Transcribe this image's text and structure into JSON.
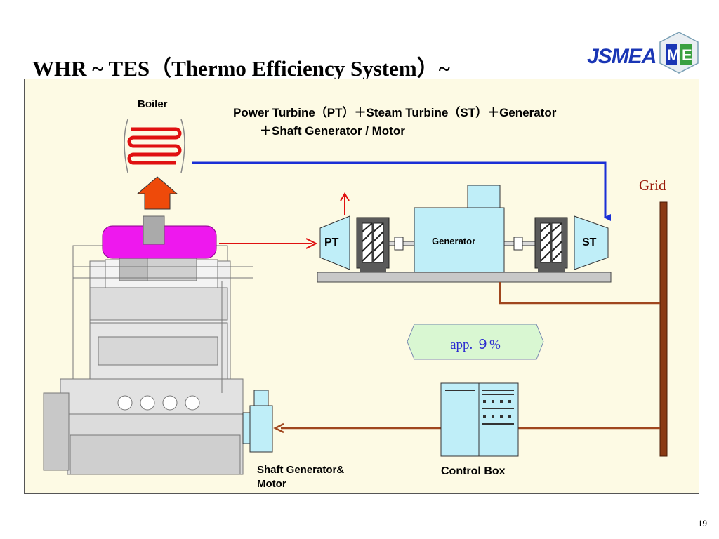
{
  "title": "WHR   ~ TES（Thermo Efficiency System）~",
  "logo_text": "JSMEA",
  "labels": {
    "boiler": "Boiler",
    "system_line1": "Power Turbine（PT）＋Steam Turbine（ST）＋Generator",
    "system_line2": "＋Shaft Generator / Motor",
    "grid": "Grid",
    "generator": "Generator",
    "pt": "PT",
    "st": "ST",
    "efficiency": "app. ９%",
    "shaft_line1": "Shaft Generator&",
    "shaft_line2": "Motor",
    "control_box": "Control Box"
  },
  "page_number": "19",
  "colors": {
    "steam_line": "#1a2fd6",
    "exhaust_line": "#e01010",
    "power_line": "#a0461e",
    "equipment": "#bfeef8",
    "manifold": "#ee18ee",
    "panel_bg": "#fdfae4",
    "efficiency_box": "#d9f7d2"
  }
}
